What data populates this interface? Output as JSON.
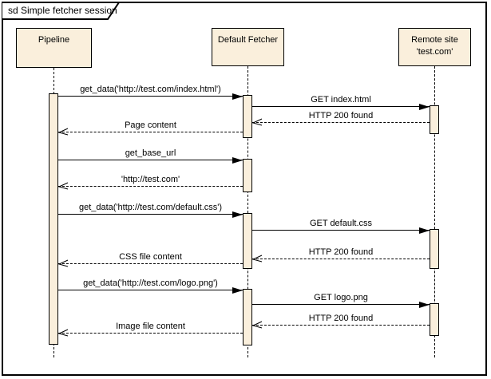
{
  "diagram": {
    "title": "sd Simple fetcher session"
  },
  "colors": {
    "element_fill": "#FAEFDC",
    "element_border": "#000000",
    "line": "#000000",
    "background": "#FFFFFF"
  },
  "lifelines": [
    {
      "name": "Pipeline",
      "line1": "Pipeline"
    },
    {
      "name": "Default Fetcher",
      "line1": "Default Fetcher"
    },
    {
      "name": "Remote site 'test.com'",
      "line1": "Remote site",
      "line2": "'test.com'"
    }
  ],
  "messages": [
    {
      "label": "get_data('http://test.com/index.html')",
      "type": "call",
      "from": "Pipeline",
      "to": "Default Fetcher"
    },
    {
      "label": "GET index.html",
      "type": "call",
      "from": "Default Fetcher",
      "to": "Remote site 'test.com'"
    },
    {
      "label": "HTTP 200 found",
      "type": "return",
      "from": "Remote site 'test.com'",
      "to": "Default Fetcher"
    },
    {
      "label": "Page content",
      "type": "return",
      "from": "Default Fetcher",
      "to": "Pipeline"
    },
    {
      "label": "get_base_url",
      "type": "call",
      "from": "Pipeline",
      "to": "Default Fetcher"
    },
    {
      "label": "'http://test.com'",
      "type": "return",
      "from": "Default Fetcher",
      "to": "Pipeline"
    },
    {
      "label": "get_data('http://test.com/default.css')",
      "type": "call",
      "from": "Pipeline",
      "to": "Default Fetcher"
    },
    {
      "label": "GET default.css",
      "type": "call",
      "from": "Default Fetcher",
      "to": "Remote site 'test.com'"
    },
    {
      "label": "HTTP 200 found",
      "type": "return",
      "from": "Remote site 'test.com'",
      "to": "Default Fetcher"
    },
    {
      "label": "CSS file content",
      "type": "return",
      "from": "Default Fetcher",
      "to": "Pipeline"
    },
    {
      "label": "get_data('http://test.com/logo.png')",
      "type": "call",
      "from": "Pipeline",
      "to": "Default Fetcher"
    },
    {
      "label": "GET logo.png",
      "type": "call",
      "from": "Default Fetcher",
      "to": "Remote site 'test.com'"
    },
    {
      "label": "HTTP 200 found",
      "type": "return",
      "from": "Remote site 'test.com'",
      "to": "Default Fetcher"
    },
    {
      "label": "Image file content",
      "type": "return",
      "from": "Default Fetcher",
      "to": "Pipeline"
    }
  ]
}
